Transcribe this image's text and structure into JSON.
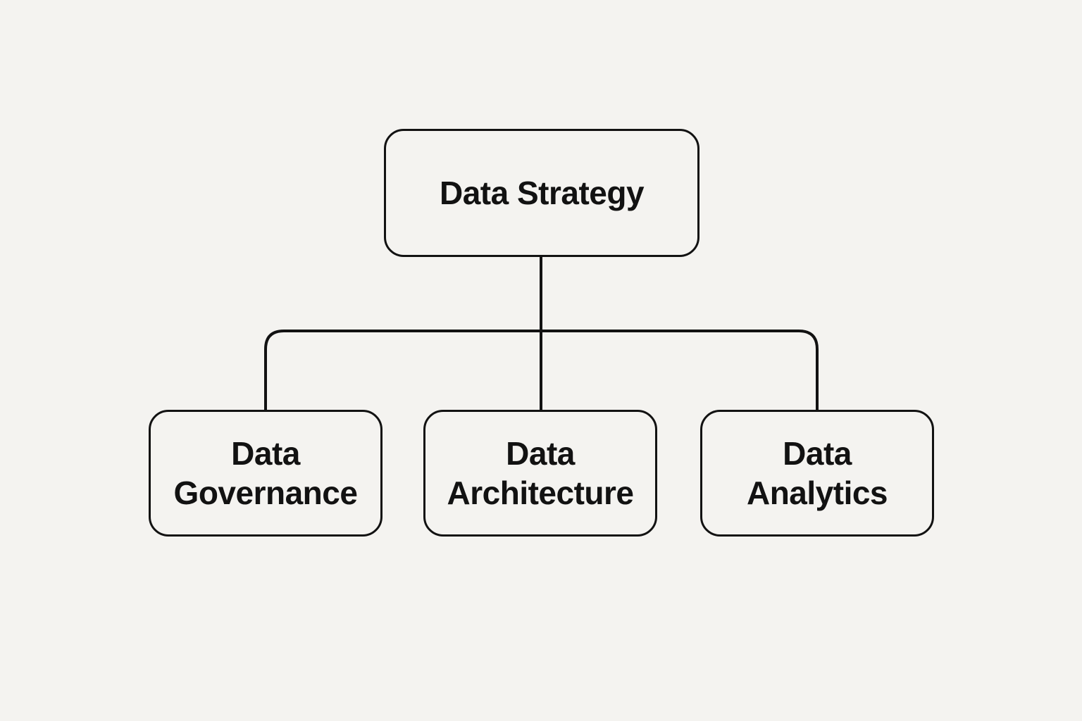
{
  "diagram": {
    "type": "flowchart",
    "root": {
      "label": "Data Strategy"
    },
    "children": [
      {
        "label": "Data Governance"
      },
      {
        "label": "Data Architecture"
      },
      {
        "label": "Data Analytics"
      }
    ],
    "colors": {
      "background": "#f4f3f0",
      "box_fill": "#f4f3f0",
      "line": "#121212",
      "text": "#121212"
    }
  }
}
